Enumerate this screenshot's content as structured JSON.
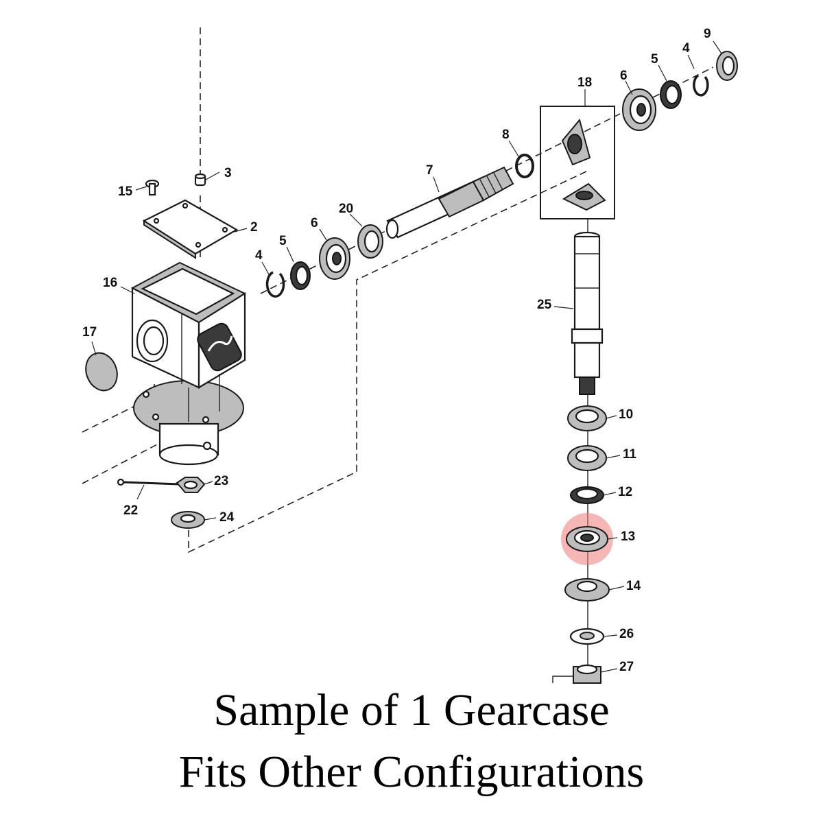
{
  "caption": {
    "line1": "Sample of 1 Gearcase",
    "line2": "Fits Other Configurations"
  },
  "highlight": {
    "part": "13",
    "color": "#f07a7a"
  },
  "labels": {
    "p2": "2",
    "p3": "3",
    "p4a": "4",
    "p4b": "4",
    "p5a": "5",
    "p5b": "5",
    "p6a": "6",
    "p6b": "6",
    "p7": "7",
    "p8": "8",
    "p9": "9",
    "p10": "10",
    "p11": "11",
    "p12": "12",
    "p13": "13",
    "p14": "14",
    "p15": "15",
    "p16": "16",
    "p17": "17",
    "p18": "18",
    "p20": "20",
    "p22": "22",
    "p23": "23",
    "p24": "24",
    "p25": "25",
    "p26": "26",
    "p27": "27"
  }
}
